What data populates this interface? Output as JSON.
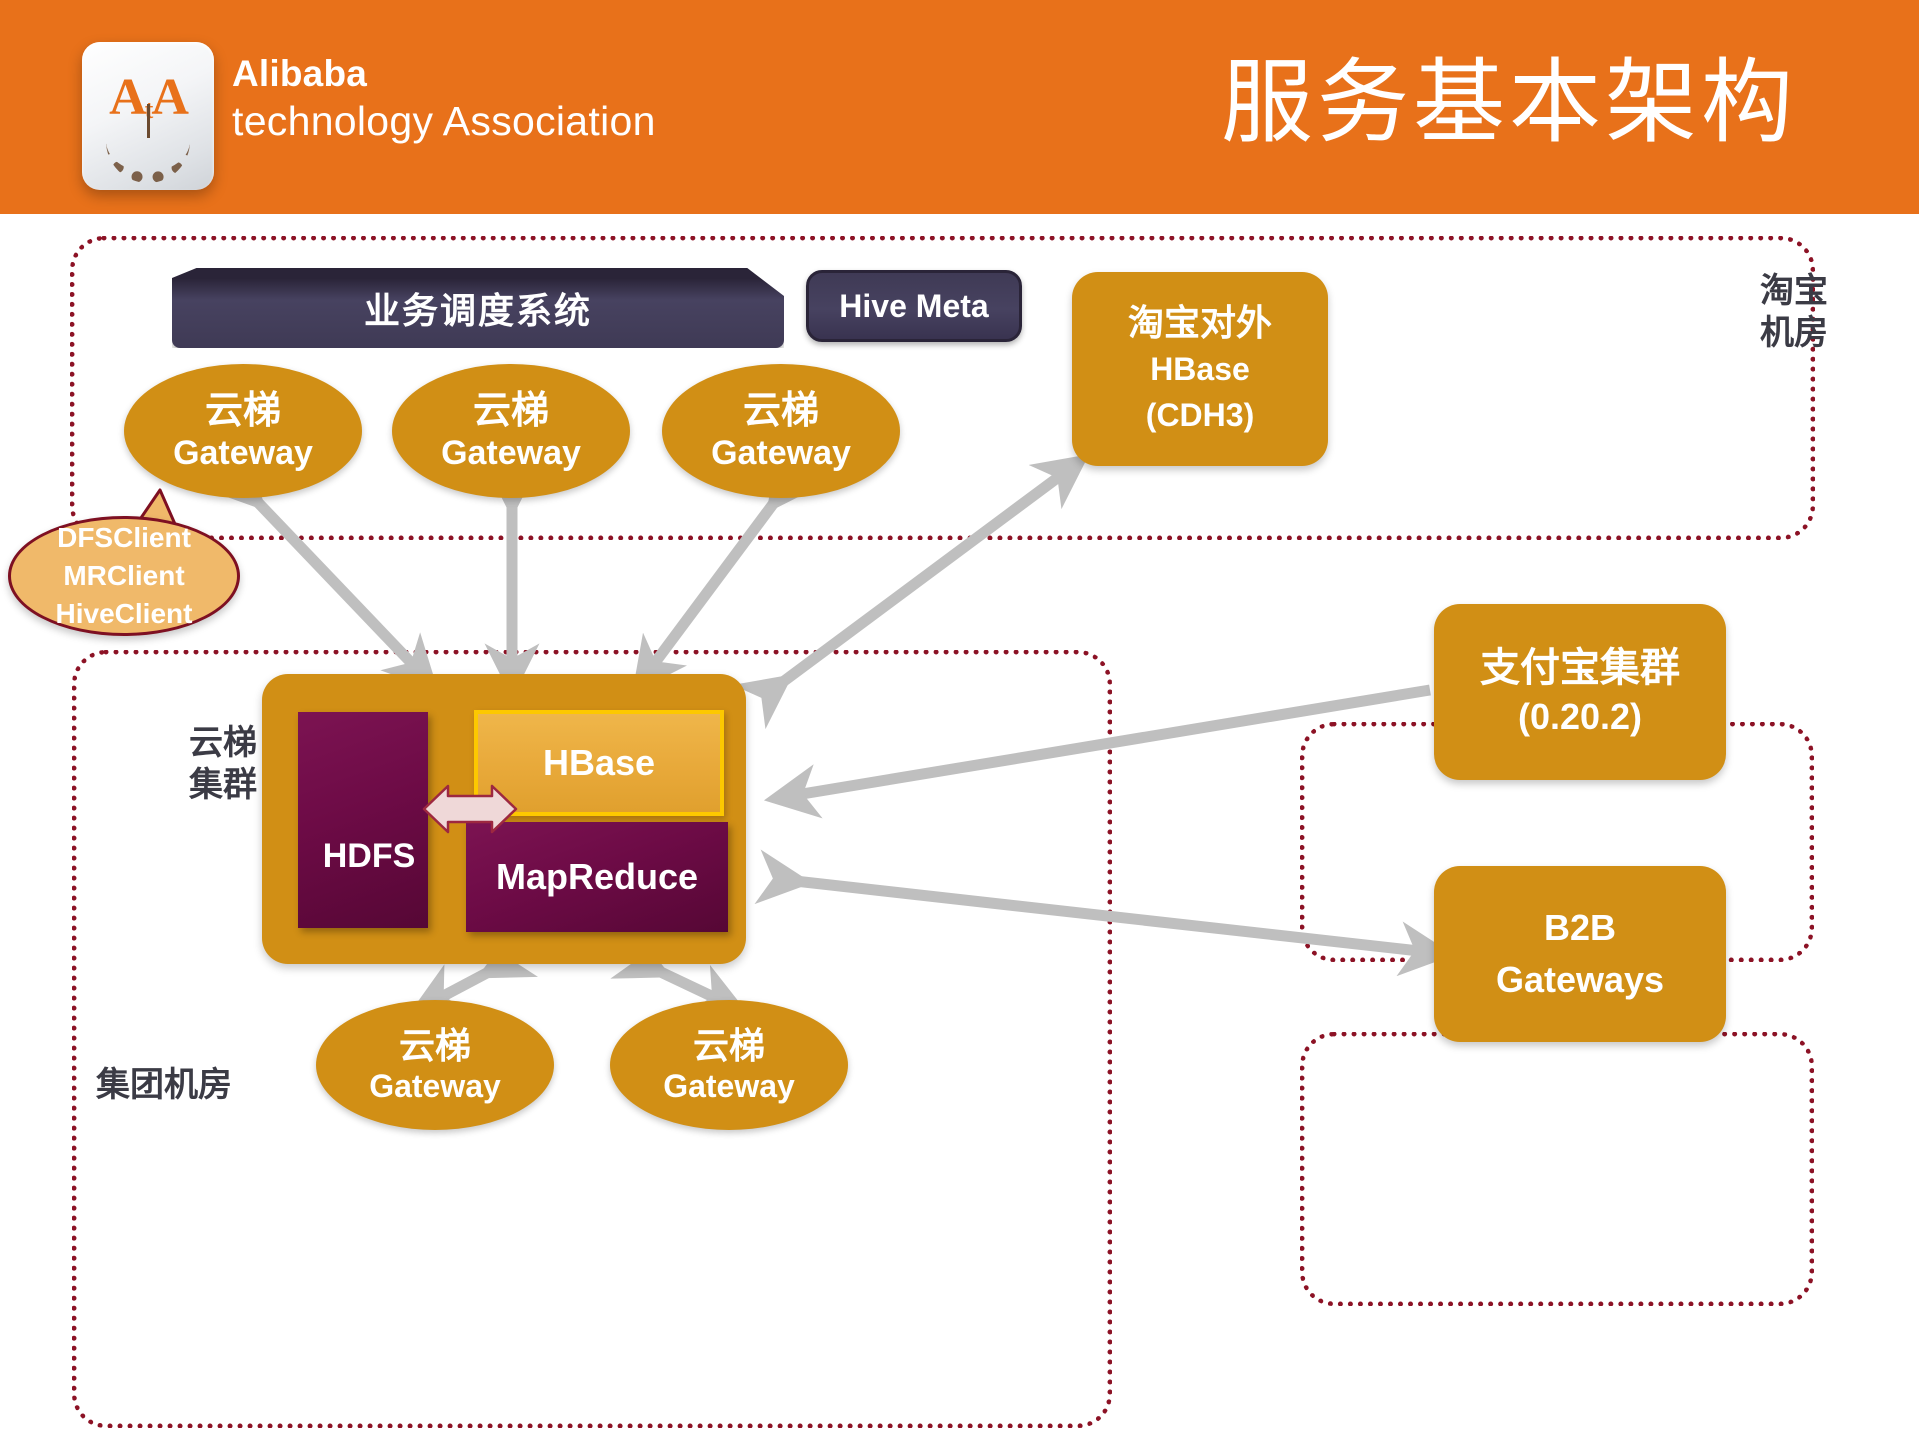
{
  "header": {
    "brand_line1": "Alibaba",
    "brand_line2": "technology Association",
    "logo_glyph": "A",
    "logo_glyph_sub": "t",
    "logo_glyph_2": "A",
    "title": "服务基本架构",
    "background_color": "#e8711a"
  },
  "colors": {
    "orange_band": "#e8711a",
    "gold_node": "#d18f15",
    "dark_navy": "#413c56",
    "dark_navy_top": "#2a2438",
    "purple_block": "#6d0b46",
    "hbase_amber": "#e8a93a",
    "hbase_border": "#fdc800",
    "zone_dotted": "#8c1225",
    "arrow_grey": "#bfbfbf",
    "callout_fill": "#f0b96a",
    "callout_border": "#7e1022",
    "label_text": "#3b3b45"
  },
  "zones": {
    "taobao": {
      "label": "淘宝\n机房"
    },
    "group": {
      "label": "集团机房"
    },
    "alipay": {
      "label": ""
    },
    "b2b": {
      "label": ""
    }
  },
  "nodes": {
    "scheduler_banner": "业务调度系统",
    "hive_meta": "Hive Meta",
    "taobao_hbase": {
      "line1": "淘宝对外",
      "line2": "HBase",
      "line3": "(CDH3)"
    },
    "alipay_cluster": {
      "line1": "支付宝集群",
      "line2": "(0.20.2)"
    },
    "b2b_gateways": {
      "line1": "B2B",
      "line2": "Gateways"
    },
    "cluster_label": "云梯\n集群",
    "hdfs": "HDFS",
    "hbase": "HBase",
    "mapreduce": "MapReduce",
    "callout": {
      "line1": "DFSClient",
      "line2": "MRClient",
      "line3": "HiveClient"
    }
  },
  "gateways": [
    {
      "cn": "云梯",
      "en": "Gateway"
    },
    {
      "cn": "云梯",
      "en": "Gateway"
    },
    {
      "cn": "云梯",
      "en": "Gateway"
    },
    {
      "cn": "云梯",
      "en": "Gateway"
    },
    {
      "cn": "云梯",
      "en": "Gateway"
    }
  ],
  "connections": [
    {
      "from": "云梯Gateway 1",
      "to": "云梯集群",
      "style": "double-headed"
    },
    {
      "from": "云梯Gateway 2",
      "to": "云梯集群",
      "style": "double-headed"
    },
    {
      "from": "云梯Gateway 3",
      "to": "云梯集群",
      "style": "double-headed"
    },
    {
      "from": "云梯集群",
      "to": "淘宝对外 HBase (CDH3)",
      "style": "double-headed"
    },
    {
      "from": "支付宝集群 (0.20.2)",
      "to": "云梯集群",
      "style": "single-headed"
    },
    {
      "from": "云梯集群",
      "to": "B2B Gateways",
      "style": "double-headed"
    },
    {
      "from": "云梯集群",
      "to": "云梯Gateway 4",
      "style": "double-headed"
    },
    {
      "from": "云梯集群",
      "to": "云梯Gateway 5",
      "style": "double-headed"
    }
  ]
}
